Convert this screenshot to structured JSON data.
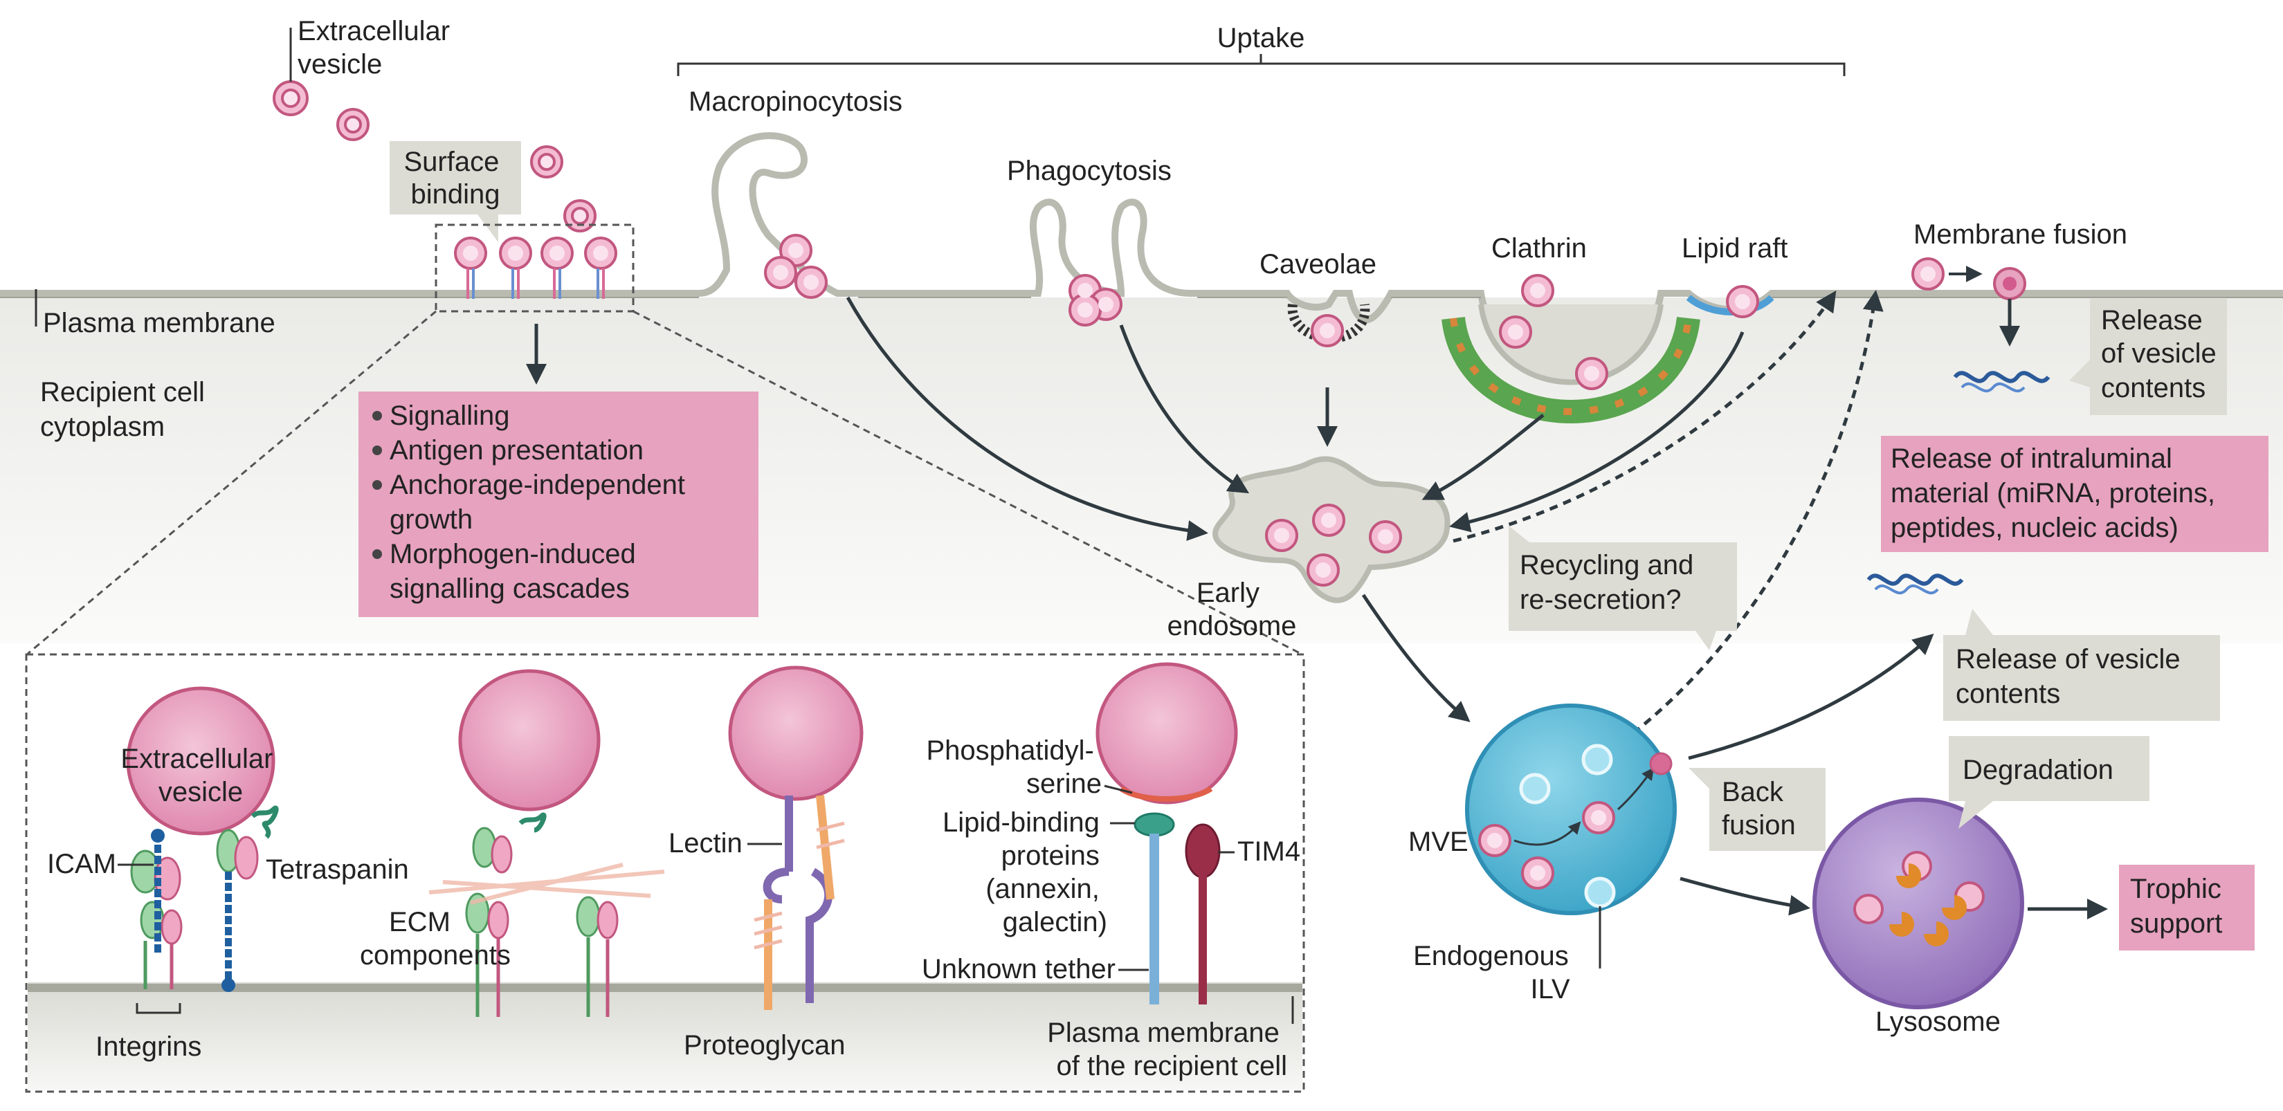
{
  "title": "",
  "colors": {
    "vesicle_pink": "#e7a3c0",
    "vesicle_ring": "#c2577f",
    "membrane_gray": "#c9cbc2",
    "box_pink": "#e6a2be",
    "box_gray": "#dcdcd4",
    "mve_blue": "#4fb6d6",
    "lysosome_purple": "#a98ac9",
    "clathrin_green": "#5aa54f",
    "arrow": "#2f3a40"
  },
  "labels": {
    "extracellular_vesicle_top": [
      "Extracellular",
      "vesicle"
    ],
    "uptake": "Uptake",
    "macropinocytosis": "Macropinocytosis",
    "surface_binding": [
      "Surface",
      "binding"
    ],
    "phagocytosis": "Phagocytosis",
    "caveolae": "Caveolae",
    "clathrin": "Clathrin",
    "lipid_raft": "Lipid raft",
    "membrane_fusion": "Membrane fusion",
    "plasma_membrane": "Plasma membrane",
    "recipient_cytoplasm": [
      "Recipient cell",
      "cytoplasm"
    ],
    "release_vesicle_contents_top": [
      "Release",
      "of vesicle",
      "contents"
    ],
    "release_intraluminal": [
      "Release of intraluminal",
      "material (miRNA, proteins,",
      "peptides, nucleic acids)"
    ],
    "recycling": [
      "Recycling and",
      "re-secretion?"
    ],
    "early_endosome": [
      "Early",
      "endosome"
    ],
    "release_vesicle_contents_mid": [
      "Release of vesicle",
      "contents"
    ],
    "mve": "MVE",
    "back_fusion": [
      "Back",
      "fusion"
    ],
    "degradation": "Degradation",
    "endogenous_ilv": [
      "Endogenous",
      "ILV"
    ],
    "lysosome": "Lysosome",
    "trophic_support": [
      "Trophic",
      "support"
    ]
  },
  "surface_effects": [
    "Signalling",
    "Antigen presentation",
    "Anchorage-independent",
    "growth",
    "Morphogen-induced",
    "signalling cascades"
  ],
  "inset_labels": {
    "extracellular_vesicle": [
      "Extracellular",
      "vesicle"
    ],
    "icam": "ICAM",
    "tetraspanin": "Tetraspanin",
    "ecm": [
      "ECM",
      "components"
    ],
    "integrins": "Integrins",
    "lectin": "Lectin",
    "proteoglycan": "Proteoglycan",
    "phosphatidylserine": [
      "Phosphatidyl-",
      "serine"
    ],
    "lipid_binding": [
      "Lipid-binding",
      "proteins",
      "(annexin,",
      "galectin)"
    ],
    "tim4": "TIM4",
    "unknown_tether": "Unknown tether",
    "plasma_membrane_recipient": [
      "Plasma membrane",
      "of the recipient cell"
    ]
  }
}
